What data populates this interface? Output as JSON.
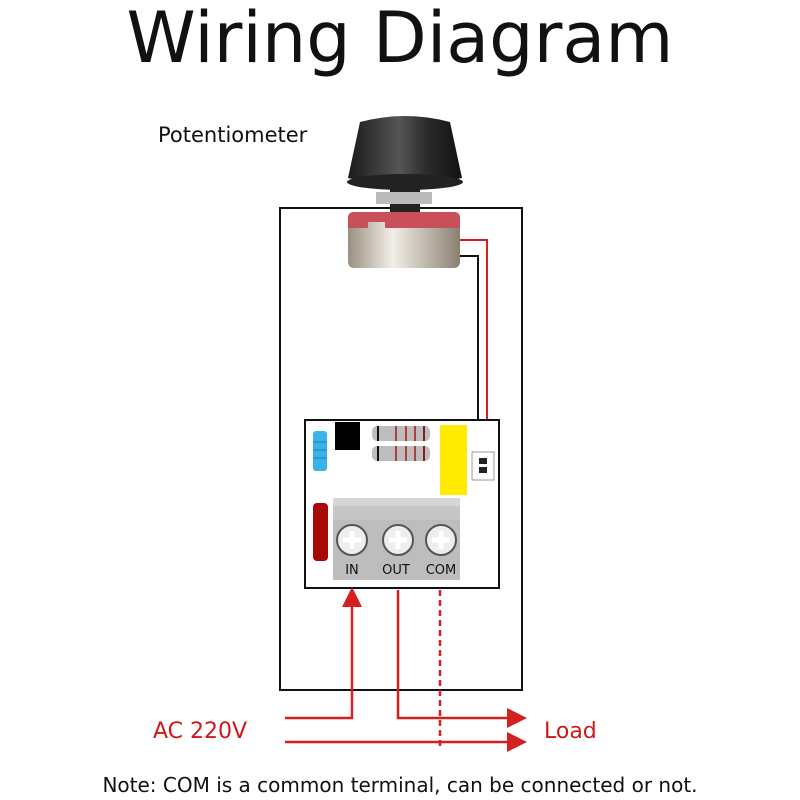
{
  "title": "Wiring Diagram",
  "potentiometer_label": "Potentiometer",
  "terminals": {
    "in": "IN",
    "out": "OUT",
    "com": "COM"
  },
  "input_label": "AC 220V",
  "output_label": "Load",
  "note": "Note: COM is a common terminal, can be connected or not.",
  "colors": {
    "wire_red": "#d42020",
    "text_red": "#d01818",
    "black": "#111111"
  }
}
